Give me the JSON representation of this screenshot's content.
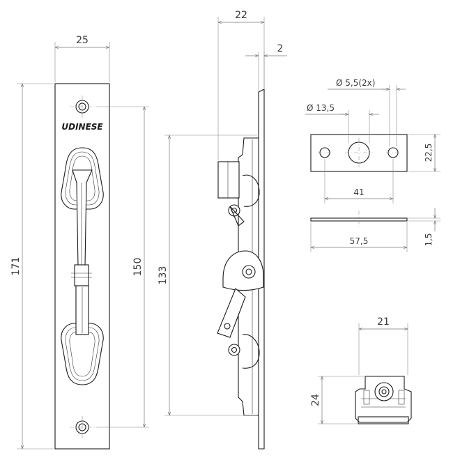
{
  "brand": "UDINESE",
  "dimensions": {
    "plate_width": "25",
    "overall_length": "171",
    "inner_length": "150",
    "side_length": "133",
    "depth": "22",
    "plate_thickness": "2",
    "hole_small": "Ø 5,5(2x)",
    "hole_large": "Ø 13,5",
    "keeper_height": "22,5",
    "keeper_hole_spacing": "41",
    "keeper_thickness": "1,5",
    "keeper_length": "57,5",
    "bolt_width": "21",
    "bolt_height": "24"
  }
}
